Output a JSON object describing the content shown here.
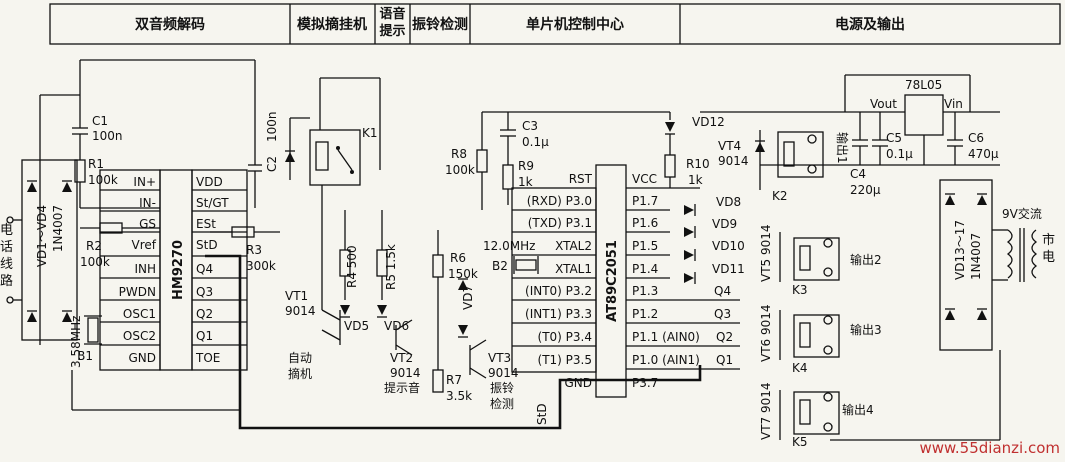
{
  "header": {
    "sections": [
      "双音频解码",
      "模拟摘挂机",
      "语音提示",
      "振铃检测",
      "单片机控制中心",
      "电源及输出"
    ]
  },
  "chips": {
    "u1": {
      "name": "HM9270",
      "left_pins": [
        "IN+",
        "IN-",
        "GS",
        "Vref",
        "INH",
        "PWDN",
        "OSC1",
        "OSC2",
        "GND"
      ],
      "right_pins": [
        "VDD",
        "St/GT",
        "ESt",
        "StD",
        "Q4",
        "Q3",
        "Q2",
        "Q1",
        "TOE"
      ]
    },
    "u2": {
      "name": "AT89C2051",
      "left_pins": [
        "RST",
        "(RXD) P3.0",
        "(TXD) P3.1",
        "XTAL2",
        "XTAL1",
        "(INT0) P3.2",
        "(INT1) P3.3",
        "(T0) P3.4",
        "(T1) P3.5",
        "GND"
      ],
      "right_pins": [
        "VCC",
        "P1.7",
        "P1.6",
        "P1.5",
        "P1.4",
        "P1.3",
        "P1.2",
        "P1.1 (AIN0)",
        "P1.0 (AIN1)",
        "P3.7"
      ]
    }
  },
  "components": {
    "c1": "C1",
    "c1v": "100n",
    "r1": "R1",
    "r1v": "100k",
    "r2": "R2",
    "r2v": "100k",
    "r3": "R3",
    "r3v": "300k",
    "c2": "C2",
    "c2v": "100n",
    "k1": "K1",
    "vd_bridge": "VD1～VD4",
    "vd_bridge_type": "1N4007",
    "phone_line": "电话线路",
    "b1": "B1",
    "b1v": "3.58MHz",
    "vt1": "VT1",
    "vt1t": "9014",
    "vt1f1": "自动",
    "vt1f2": "摘机",
    "r4": "R4 500",
    "vd5": "VD5",
    "r5": "R5 1.5k",
    "vd6": "VD6",
    "vt2": "VT2",
    "vt2t": "9014",
    "vt2f": "提示音",
    "r6": "R6",
    "r6v": "150k",
    "vd7": "VD7",
    "r7": "R7",
    "r7v": "3.5k",
    "vt3": "VT3",
    "vt3t": "9014",
    "vt3f1": "振铃",
    "vt3f2": "检测",
    "r8": "R8",
    "r8v": "100k",
    "c3": "C3",
    "c3v": "0.1µ",
    "r9": "R9",
    "r9v": "1k",
    "xtal": "12.0MHz",
    "b2": "B2",
    "vd12": "VD12",
    "r10": "R10",
    "r10v": "1k",
    "vd8": "VD8",
    "vd9": "VD9",
    "vd10": "VD10",
    "vd11": "VD11",
    "q4": "Q4",
    "q3": "Q3",
    "q2": "Q2",
    "q1": "Q1",
    "std": "StD",
    "vt4": "VT4",
    "vt4t": "9014",
    "k2": "K2",
    "out1": "输出1",
    "vt5": "VT5 9014",
    "k3": "K3",
    "out2": "输出2",
    "vt6": "VT6 9014",
    "k4": "K4",
    "out3": "输出3",
    "vt7": "VT7 9014",
    "k5": "K5",
    "out4": "输出4",
    "reg": "78L05",
    "vout": "Vout",
    "vin": "Vin",
    "c4": "C4",
    "c4v": "220µ",
    "c5": "C5",
    "c5v": "0.1µ",
    "c6": "C6",
    "c6v": "470µ",
    "vd_pbridge": "VD13～17",
    "vd_pbridge_type": "1N4007",
    "ac": "9V交流",
    "mains": "市电"
  },
  "watermark": "www.55dianzi.com"
}
